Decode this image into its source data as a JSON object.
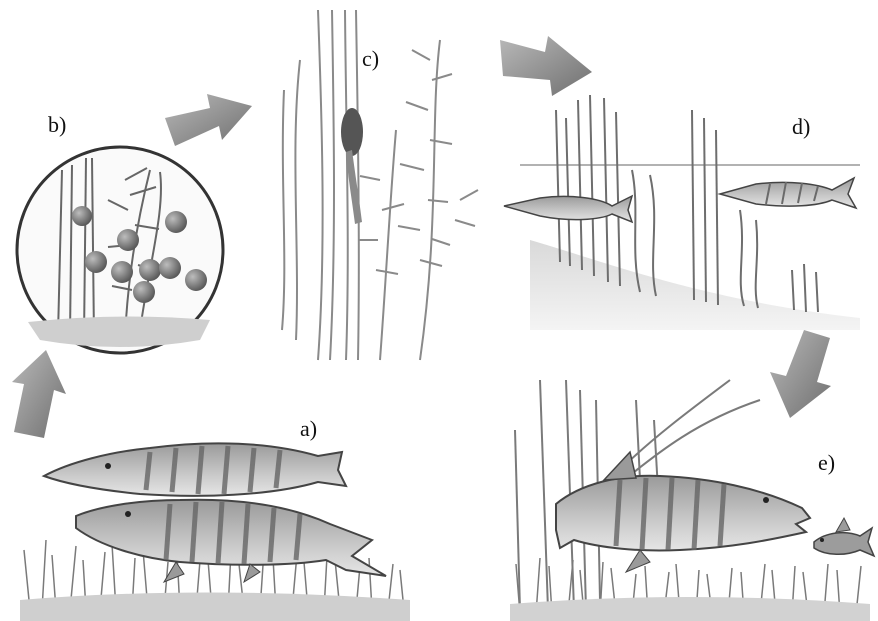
{
  "stages": [
    {
      "id": "a",
      "label": "a)"
    },
    {
      "id": "b",
      "label": "b)"
    },
    {
      "id": "c",
      "label": "c)"
    },
    {
      "id": "d",
      "label": "d)"
    },
    {
      "id": "e",
      "label": "e)"
    }
  ],
  "colors": {
    "background": "#ffffff",
    "arrow": "#8c8c8c",
    "line": "#555555",
    "fish_body": "#b5b5b5",
    "fish_stripe": "#6a6a6a",
    "egg": "#7d7d7d"
  },
  "icons": [
    "pike-fish-icon",
    "egg-cluster-icon",
    "larva-icon",
    "prey-fish-icon",
    "cycle-arrow-icon"
  ]
}
